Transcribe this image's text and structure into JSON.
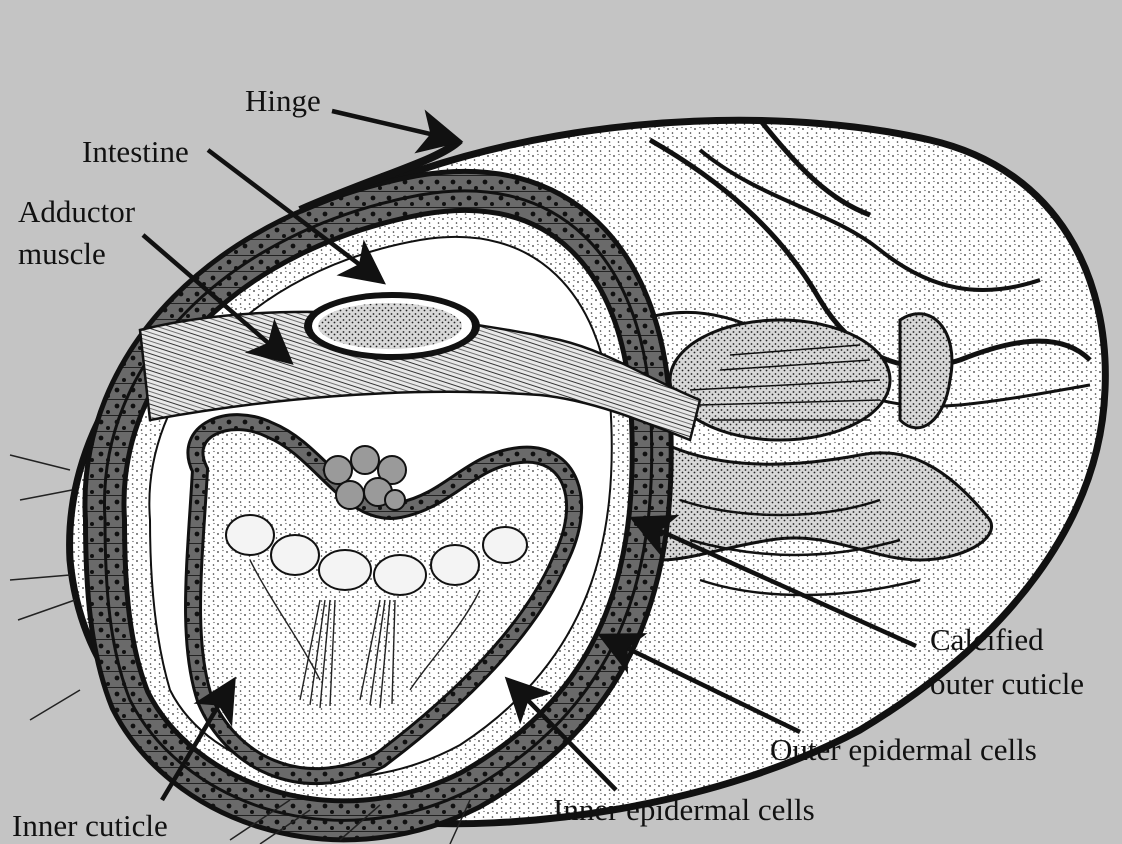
{
  "figure": {
    "background_color": "#c4c4c4",
    "ink_color": "#1a1a1a",
    "tissue_color": "#5e5e5e",
    "cavity_color": "#ffffff",
    "labels": {
      "hinge": "Hinge",
      "intestine": "Intestine",
      "adductor_line1": "Adductor",
      "adductor_line2": "muscle",
      "calcified_line1": "Calcified",
      "calcified_line2": "outer cuticle",
      "outer_epidermal": "Outer epidermal cells",
      "inner_epidermal": "Inner epidermal cells",
      "inner_cuticle": "Inner cuticle"
    }
  }
}
